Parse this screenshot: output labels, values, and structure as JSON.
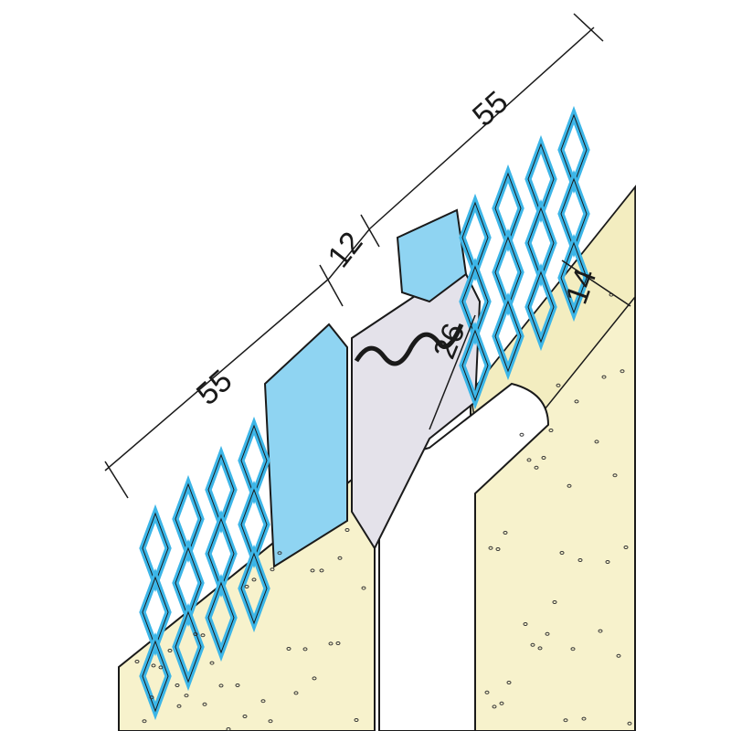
{
  "dimensions": {
    "left_mesh_width": "55",
    "joint_width": "12",
    "right_mesh_width": "55",
    "profile_depth": "26",
    "plaster_thickness": "14"
  },
  "colors": {
    "mesh": "#3cb6e8",
    "mesh_light": "#8fd4f2",
    "wall": "#f7f2cc",
    "profile": "#e4e2ea",
    "outline": "#1a1a1a"
  }
}
